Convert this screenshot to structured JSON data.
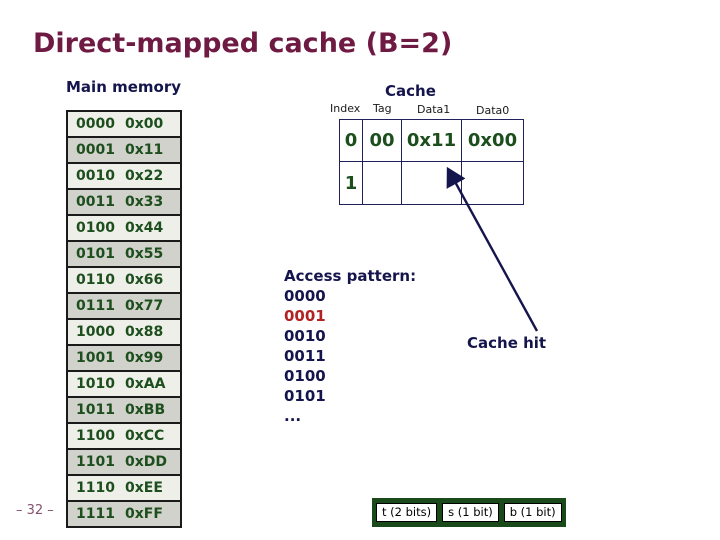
{
  "slide": {
    "title": "Direct-mapped cache (B=2)",
    "page_number": "– 32 –"
  },
  "main_memory": {
    "label": "Main memory",
    "rows": [
      {
        "address": "0000",
        "value": "0x00"
      },
      {
        "address": "0001",
        "value": "0x11"
      },
      {
        "address": "0010",
        "value": "0x22"
      },
      {
        "address": "0011",
        "value": "0x33"
      },
      {
        "address": "0100",
        "value": "0x44"
      },
      {
        "address": "0101",
        "value": "0x55"
      },
      {
        "address": "0110",
        "value": "0x66"
      },
      {
        "address": "0111",
        "value": "0x77"
      },
      {
        "address": "1000",
        "value": "0x88"
      },
      {
        "address": "1001",
        "value": "0x99"
      },
      {
        "address": "1010",
        "value": "0xAA"
      },
      {
        "address": "1011",
        "value": "0xBB"
      },
      {
        "address": "1100",
        "value": "0xCC"
      },
      {
        "address": "1101",
        "value": "0xDD"
      },
      {
        "address": "1110",
        "value": "0xEE"
      },
      {
        "address": "1111",
        "value": "0xFF"
      }
    ]
  },
  "cache": {
    "label": "Cache",
    "headers": {
      "index": "Index",
      "tag": "Tag",
      "data1": "Data1",
      "data0": "Data0"
    },
    "rows": [
      {
        "index": "0",
        "tag": "00",
        "data1": "0x11",
        "data0": "0x00"
      },
      {
        "index": "1",
        "tag": "",
        "data1": "",
        "data0": ""
      }
    ]
  },
  "access_pattern": {
    "label": "Access pattern:",
    "items": [
      "0000",
      "0001",
      "0010",
      "0011",
      "0100",
      "0101",
      "..."
    ],
    "highlighted_item": "0001"
  },
  "annotation": {
    "cache_hit_label": "Cache hit"
  },
  "address_fields": {
    "tag_box": "t (2 bits)",
    "set_box": "s (1 bit)",
    "block_box": "b (1 bit)"
  },
  "colors": {
    "title": "#6e1a42",
    "navy_text": "#15154d",
    "green_text": "#1d4e1d",
    "highlight_red": "#b22222",
    "field_box_bg": "#1a4a1a",
    "row_light": "#efefea",
    "row_dark": "#d2d2cc"
  }
}
